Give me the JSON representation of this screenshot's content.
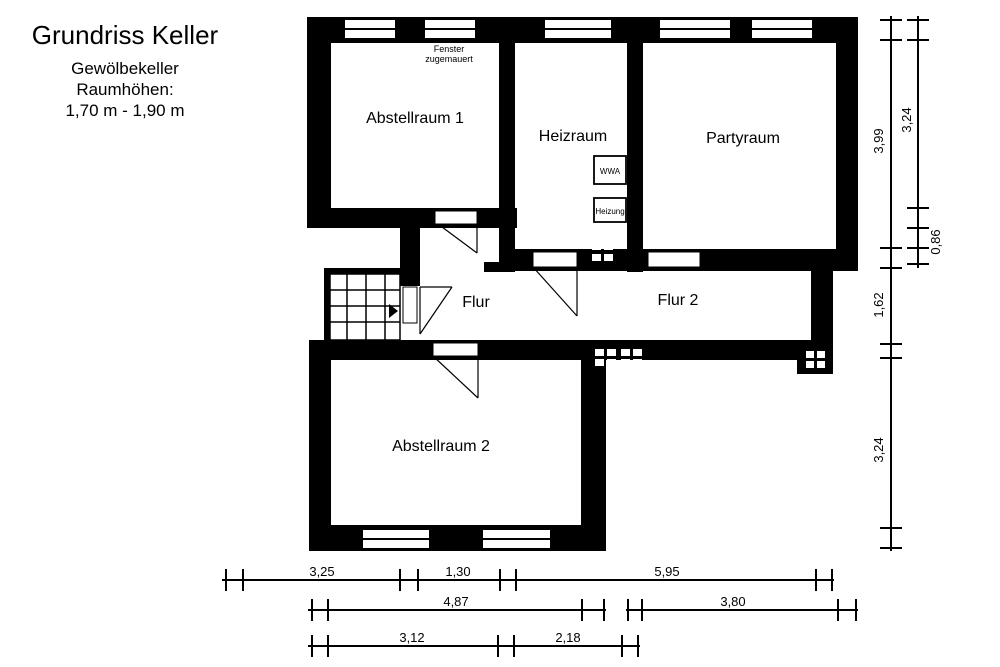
{
  "title": "Grundriss Keller",
  "subtitle": [
    "Gewölbekeller",
    "Raumhöhen:",
    "1,70 m - 1,90 m"
  ],
  "rooms": {
    "abstellraum1": "Abstellraum 1",
    "heizraum": "Heizraum",
    "partyraum": "Partyraum",
    "flur": "Flur",
    "flur2": "Flur 2",
    "abstellraum2": "Abstellraum 2"
  },
  "notes": {
    "fenster": [
      "Fenster",
      "zugemauert"
    ]
  },
  "equipment": {
    "wwa": "WWA",
    "heizung": "Heizung"
  },
  "dimensions": {
    "right_outer": [
      "3,99",
      "1,62",
      "3,24"
    ],
    "right_inner": [
      "3,24",
      "0,86"
    ],
    "bottom_row1": [
      "3,25",
      "1,30",
      "5,95"
    ],
    "bottom_row2": [
      "4,87",
      "3,80"
    ],
    "bottom_row3": [
      "3,12",
      "2,18"
    ]
  }
}
